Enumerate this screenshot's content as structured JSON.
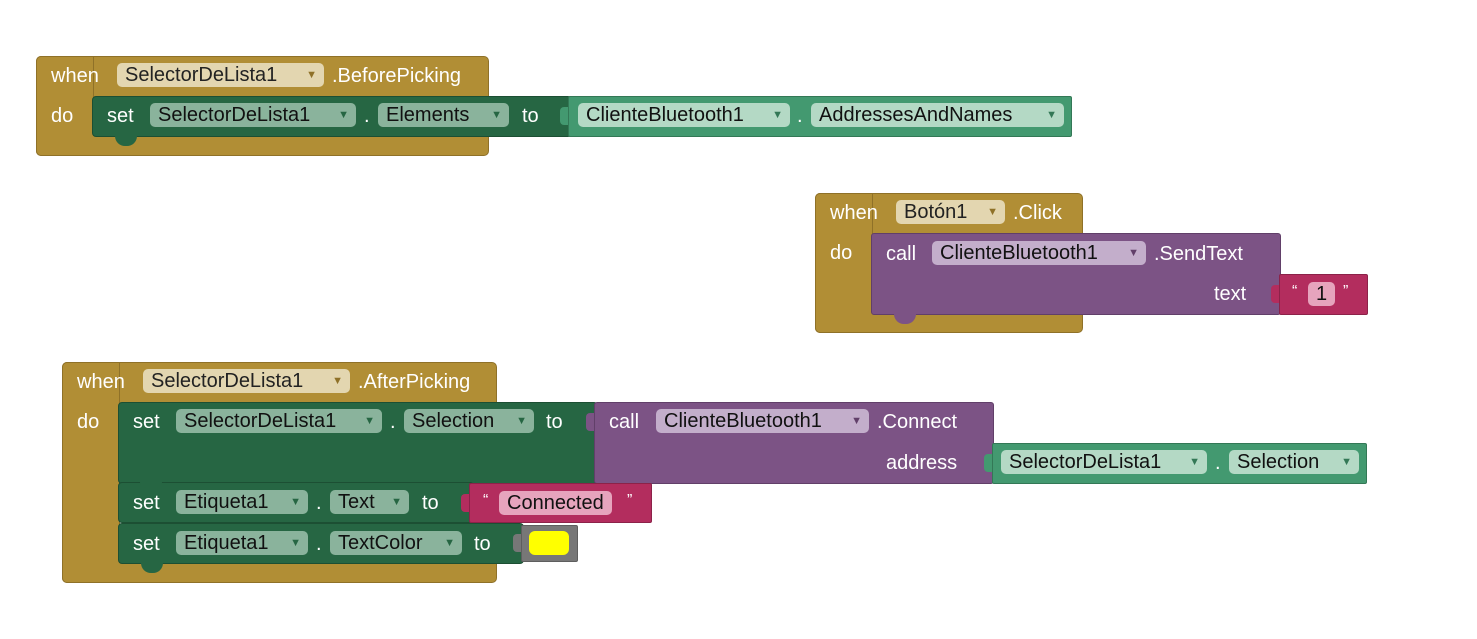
{
  "colors": {
    "event": "#b18e35",
    "setter": "#266643",
    "getter": "#439970",
    "method_call": "#7c5385",
    "text_block": "#b32d5e",
    "color_block": "#777777",
    "color_swatch": "#ffff00"
  },
  "block1": {
    "when": "when",
    "component": "SelectorDeLista1",
    "event": ".BeforePicking",
    "do": "do",
    "set": {
      "kw": "set",
      "component": "SelectorDeLista1",
      "dot": ".",
      "property": "Elements",
      "to": "to",
      "getter": {
        "component": "ClienteBluetooth1",
        "dot": ".",
        "property": "AddressesAndNames"
      }
    }
  },
  "block2": {
    "when": "when",
    "component": "Botón1",
    "event": ".Click",
    "do": "do",
    "call": {
      "kw": "call",
      "component": "ClienteBluetooth1",
      "method": ".SendText",
      "param": "text",
      "text_value": "1",
      "quote_open": "“",
      "quote_close": "”"
    }
  },
  "block3": {
    "when": "when",
    "component": "SelectorDeLista1",
    "event": ".AfterPicking",
    "do": "do",
    "set1": {
      "kw": "set",
      "component": "SelectorDeLista1",
      "dot": ".",
      "property": "Selection",
      "to": "to",
      "call": {
        "kw": "call",
        "component": "ClienteBluetooth1",
        "method": ".Connect",
        "param": "address",
        "getter": {
          "component": "SelectorDeLista1",
          "dot": ".",
          "property": "Selection"
        }
      }
    },
    "set2": {
      "kw": "set",
      "component": "Etiqueta1",
      "dot": ".",
      "property": "Text",
      "to": "to",
      "text_value": "Connected",
      "quote_open": "“",
      "quote_close": "”"
    },
    "set3": {
      "kw": "set",
      "component": "Etiqueta1",
      "dot": ".",
      "property": "TextColor",
      "to": "to",
      "color_value": "yellow"
    }
  }
}
